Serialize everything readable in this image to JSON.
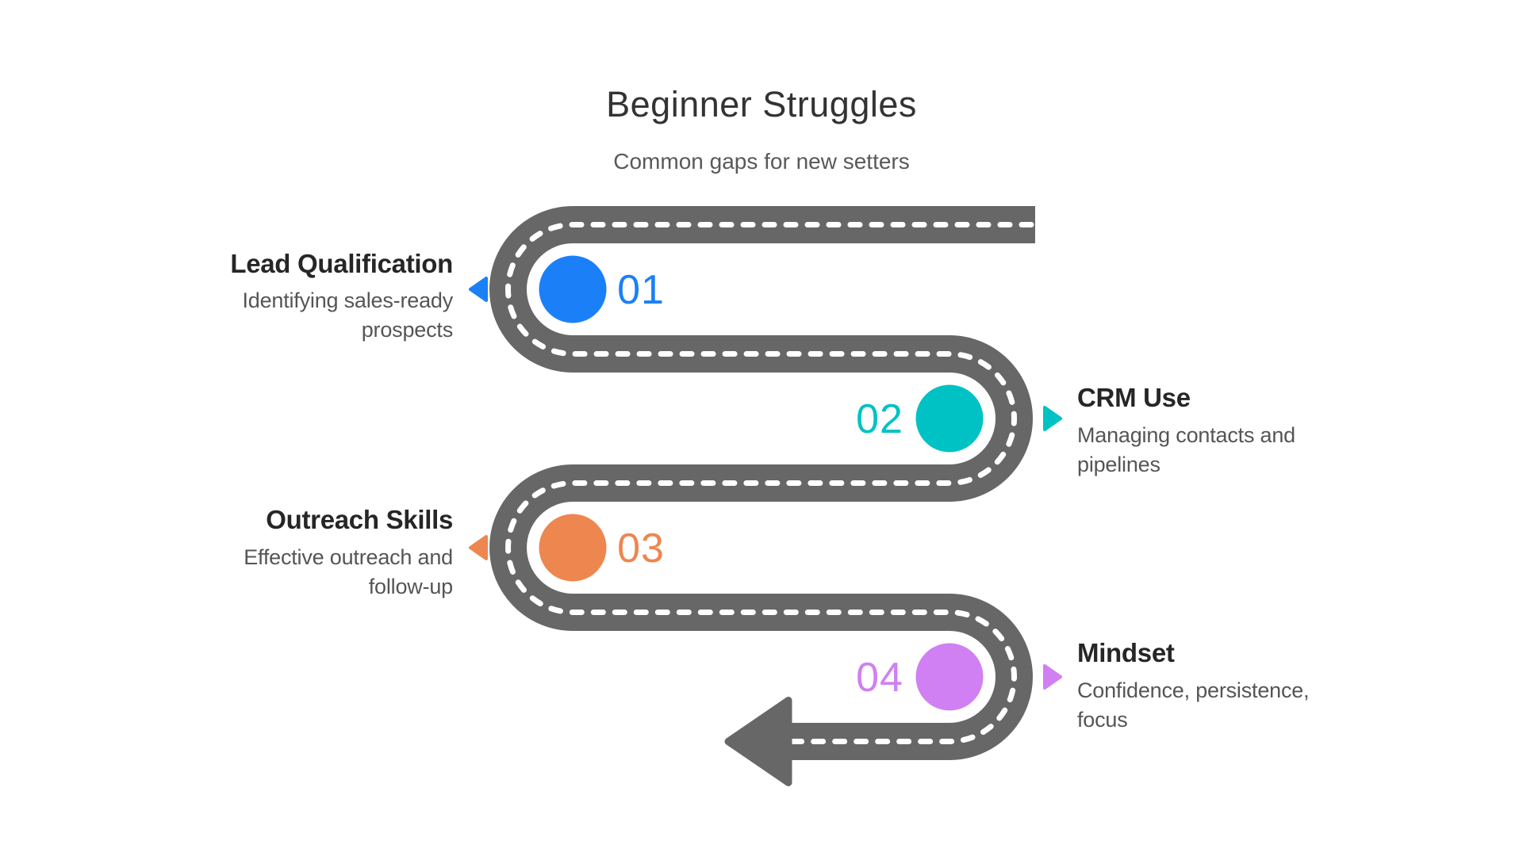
{
  "title": "Beginner Struggles",
  "subtitle": "Common gaps for new setters",
  "colors": {
    "background": "#ffffff",
    "road": "#676767",
    "road_dash": "#ffffff",
    "title_text": "#333333",
    "subtitle_text": "#595959",
    "milestone_title_text": "#262626",
    "milestone_desc_text": "#555555"
  },
  "milestones": [
    {
      "number": "01",
      "title": "Lead Qualification",
      "desc_lines": [
        "Identifying sales-ready",
        "prospects"
      ],
      "color": "#1b80f8",
      "side": "left"
    },
    {
      "number": "02",
      "title": "CRM Use",
      "desc_lines": [
        "Managing contacts and",
        "pipelines"
      ],
      "color": "#00c2c4",
      "side": "right"
    },
    {
      "number": "03",
      "title": "Outreach Skills",
      "desc_lines": [
        "Effective outreach and",
        "follow-up"
      ],
      "color": "#ee8650",
      "side": "left"
    },
    {
      "number": "04",
      "title": "Mindset",
      "desc_lines": [
        "Confidence, persistence,",
        "focus"
      ],
      "color": "#d080f2",
      "side": "right"
    }
  ]
}
